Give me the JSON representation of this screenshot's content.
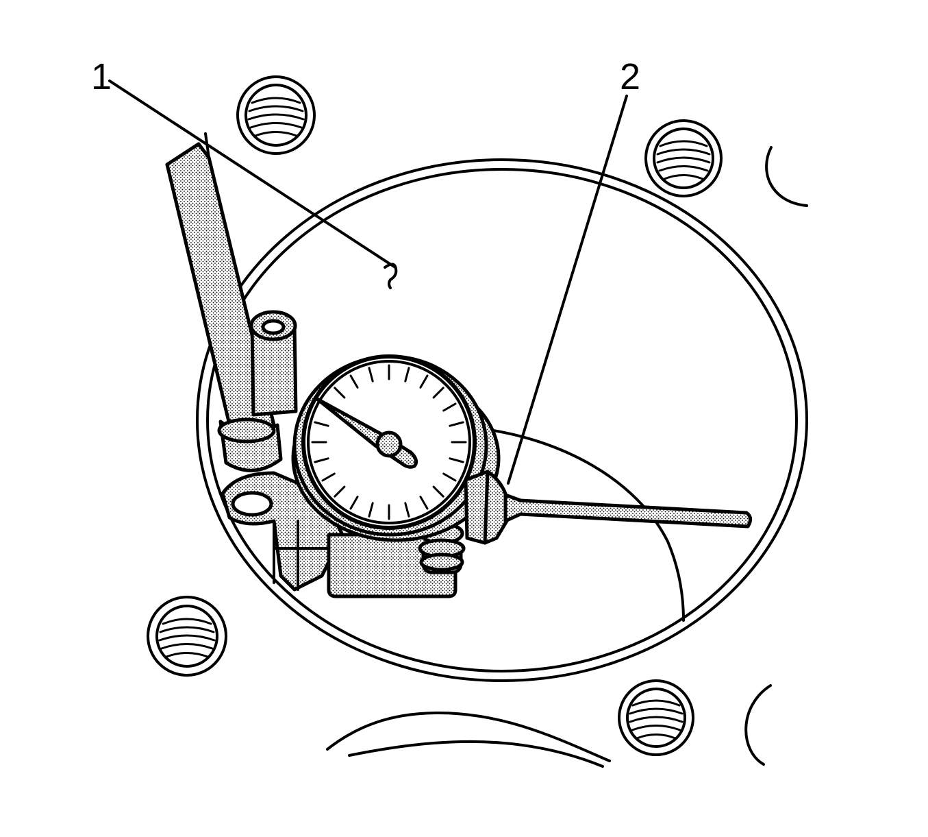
{
  "figure": {
    "callouts": [
      {
        "id": "1",
        "label": "1"
      },
      {
        "id": "2",
        "label": "2"
      }
    ]
  },
  "colors": {
    "line": "#000000",
    "background": "#ffffff",
    "stipple": "#b8b8b8"
  },
  "gauge": {
    "tick_count": 24
  }
}
